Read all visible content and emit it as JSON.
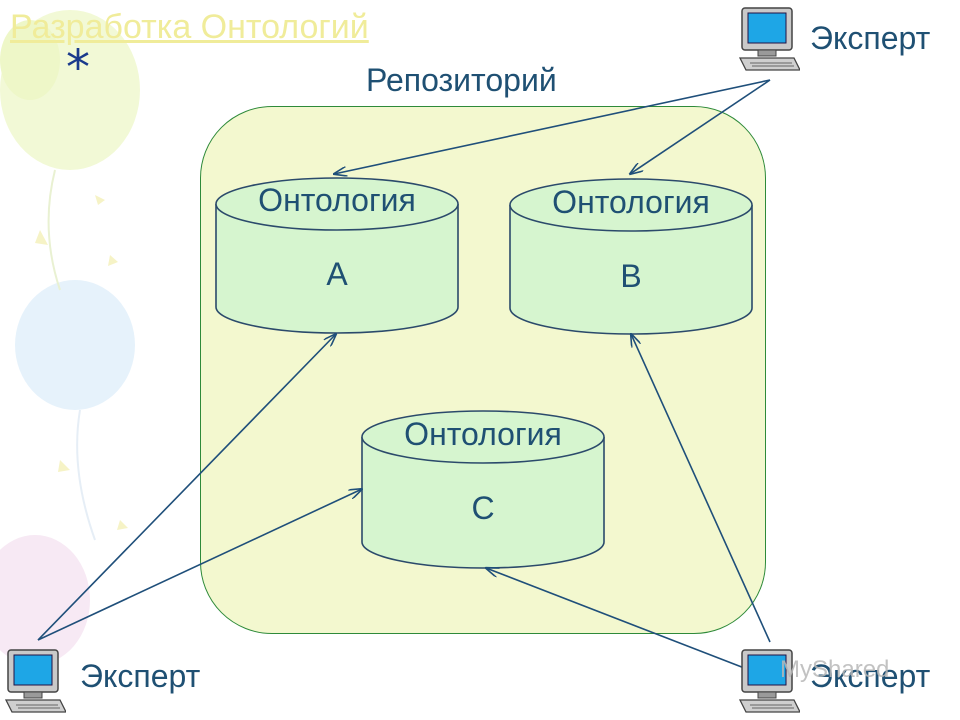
{
  "slide": {
    "title": "Разработка Онтологий",
    "marker": "*"
  },
  "repository": {
    "label": "Репозиторий"
  },
  "ontologies": [
    {
      "id": "A",
      "title": "Онтология",
      "letter": "A"
    },
    {
      "id": "B",
      "title": "Онтология",
      "letter": "B"
    },
    {
      "id": "C",
      "title": "Онтология",
      "letter": "C"
    }
  ],
  "experts": [
    {
      "id": "top-right",
      "label": "Эксперт",
      "icon": "computer-icon"
    },
    {
      "id": "bottom-left",
      "label": "Эксперт",
      "icon": "computer-icon"
    },
    {
      "id": "bottom-right",
      "label": "Эксперт",
      "icon": "computer-icon"
    }
  ],
  "watermark": {
    "text": "MyShared"
  },
  "colors": {
    "repository_fill": "#f3f8cf",
    "repository_border": "#2e8a3a",
    "cylinder_fill": "#d6f5cf",
    "cylinder_stroke": "#2b4a6b",
    "arrow": "#1f4f7a",
    "text": "#1f5073"
  }
}
